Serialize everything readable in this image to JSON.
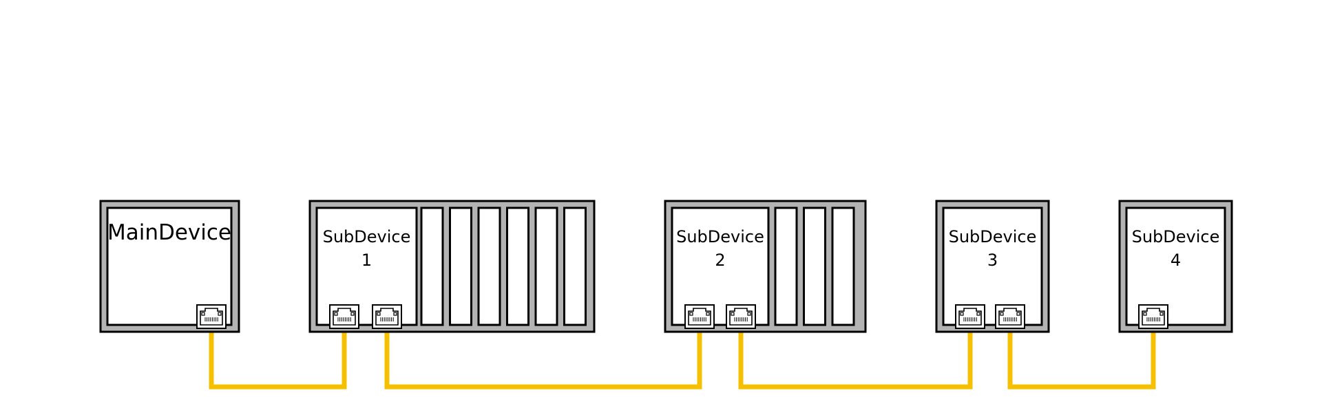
{
  "colors": {
    "cable": "#f5c000",
    "chassis": "#b3b3b3",
    "panel": "#ffffff",
    "stroke": "#000000"
  },
  "devices": [
    {
      "name": "main-device",
      "label_lines": [
        "MainDevice"
      ],
      "ports": 1,
      "slots": 0
    },
    {
      "name": "subdevice-1",
      "label_lines": [
        "SubDevice",
        "1"
      ],
      "ports": 2,
      "slots": 6
    },
    {
      "name": "subdevice-2",
      "label_lines": [
        "SubDevice",
        "2"
      ],
      "ports": 2,
      "slots": 3
    },
    {
      "name": "subdevice-3",
      "label_lines": [
        "SubDevice",
        "3"
      ],
      "ports": 2,
      "slots": 0
    },
    {
      "name": "subdevice-4",
      "label_lines": [
        "SubDevice",
        "4"
      ],
      "ports": 1,
      "slots": 0
    }
  ],
  "connections": [
    {
      "from": "main-device.port-1",
      "to": "subdevice-1.port-1"
    },
    {
      "from": "subdevice-1.port-2",
      "to": "subdevice-2.port-1"
    },
    {
      "from": "subdevice-2.port-2",
      "to": "subdevice-3.port-1"
    },
    {
      "from": "subdevice-3.port-2",
      "to": "subdevice-4.port-1"
    }
  ]
}
